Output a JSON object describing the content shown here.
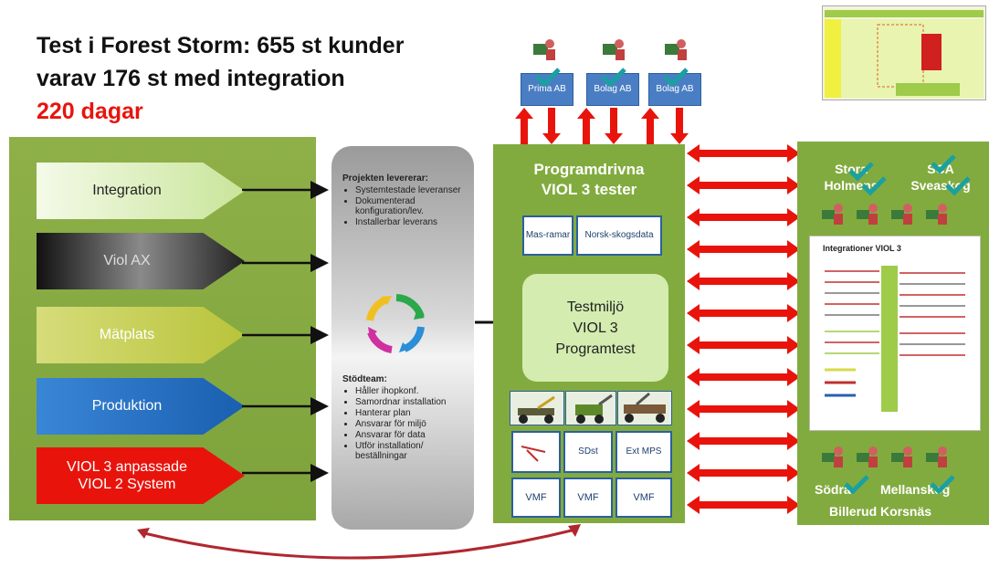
{
  "title": {
    "line1": "Test i Forest Storm: 655 st kunder",
    "line2": "varav 176 st med integration",
    "line3": "220 dagar"
  },
  "streams": [
    {
      "label": "Integration",
      "color": "#d8ecb4"
    },
    {
      "label": "Viol AX",
      "color": "#333333"
    },
    {
      "label": "Mätplats",
      "color": "#c6cf4a"
    },
    {
      "label": "Produktion",
      "color": "#1f6fc7"
    },
    {
      "label": "VIOL 3 anpassade VIOL 2 System",
      "color": "#e8140c"
    }
  ],
  "center": {
    "heading1": "Projekten levererar:",
    "items1": [
      "Systemtestade leveranser",
      "Dokumenterad konfiguration/lev.",
      "Installerbar leverans"
    ],
    "heading2": "Stödteam:",
    "items2": [
      "Håller ihopkonf.",
      "Samordnar installation",
      "Hanterar plan",
      "Ansvarar för miljö",
      "Ansvarar för data",
      "Utför installation/ beställningar"
    ]
  },
  "middle": {
    "title_line1": "Programdrivna",
    "title_line2": "VIOL 3 tester",
    "box1": "Mas-ramar",
    "box2": "Norsk-skogsdata",
    "test_line1": "Testmiljö",
    "test_line2": "VIOL 3",
    "test_line3": "Programtest",
    "box_sdst": "SDst",
    "box_extmps": "Ext MPS",
    "vmf": [
      "VMF",
      "VMF",
      "VMF"
    ]
  },
  "top_companies": [
    "Prima AB",
    "Bolag AB",
    "Bolag AB"
  ],
  "right": {
    "top_left": "Stora Holmens",
    "top_right": "SCA Sveaskog",
    "bottom_left": "Södra",
    "bottom_right": "Mellanskog",
    "bottom_center": "Billerud Korsnäs",
    "doc_title": "Integrationer VIOL 3"
  },
  "colors": {
    "panel_green": "#82ab3f",
    "arrow_red": "#e8140c",
    "arc_red": "#b0272f"
  }
}
